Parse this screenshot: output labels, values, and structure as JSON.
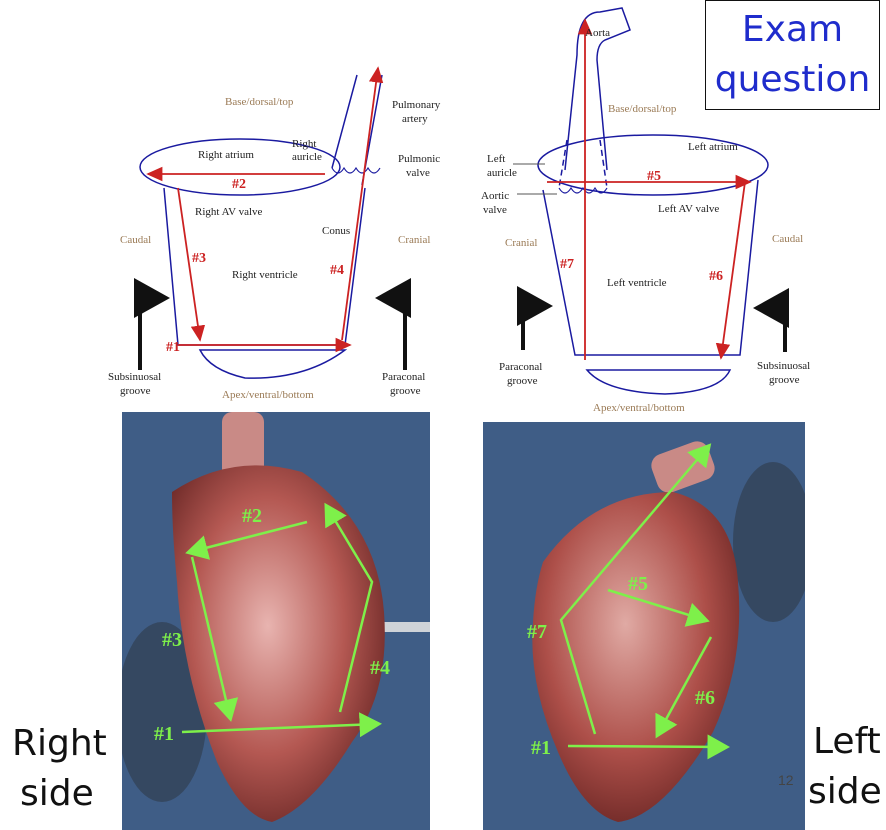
{
  "exam_label": {
    "line1": "Exam",
    "line2": "question"
  },
  "right_diagram": {
    "base": "Base/dorsal/top",
    "apex": "Apex/ventral/bottom",
    "caudal": "Caudal",
    "cranial": "Cranial",
    "right_atrium": "Right atrium",
    "right_auricle_1": "Right",
    "right_auricle_2": "auricle",
    "right_av_valve": "Right AV valve",
    "right_ventricle": "Right ventricle",
    "conus": "Conus",
    "pulmonary_artery_1": "Pulmonary",
    "pulmonary_artery_2": "artery",
    "pulmonic_valve_1": "Pulmonic",
    "pulmonic_valve_2": "valve",
    "subsinuosal_1": "Subsinuosal",
    "subsinuosal_2": "groove",
    "paraconal_1": "Paraconal",
    "paraconal_2": "groove",
    "step1": "#1",
    "step2": "#2",
    "step3": "#3",
    "step4": "#4"
  },
  "left_diagram": {
    "aorta": "Aorta",
    "base": "Base/dorsal/top",
    "apex": "Apex/ventral/bottom",
    "cranial": "Cranial",
    "caudal": "Caudal",
    "left_atrium": "Left atrium",
    "left_auricle_1": "Left",
    "left_auricle_2": "auricle",
    "aortic_valve_1": "Aortic",
    "aortic_valve_2": "valve",
    "left_av_valve": "Left AV valve",
    "left_ventricle": "Left ventricle",
    "paraconal_1": "Paraconal",
    "paraconal_2": "groove",
    "subsinuosal_1": "Subsinuosal",
    "subsinuosal_2": "groove",
    "step5": "#5",
    "step6": "#6",
    "step7": "#7"
  },
  "right_photo": {
    "step1": "#1",
    "step2": "#2",
    "step3": "#3",
    "step4": "#4"
  },
  "left_photo": {
    "step1": "#1",
    "step5": "#5",
    "step6": "#6",
    "step7": "#7"
  },
  "side_labels": {
    "right_1": "Right",
    "right_2": "side",
    "left_1": "Left",
    "left_2": "side"
  },
  "page_number": "12",
  "colors": {
    "outline": "#1a1aa0",
    "arrow_red": "#cc2222",
    "label_brown": "#9a7a55",
    "arrow_green": "#7ef04a",
    "exam_blue": "#1f2ccc"
  }
}
